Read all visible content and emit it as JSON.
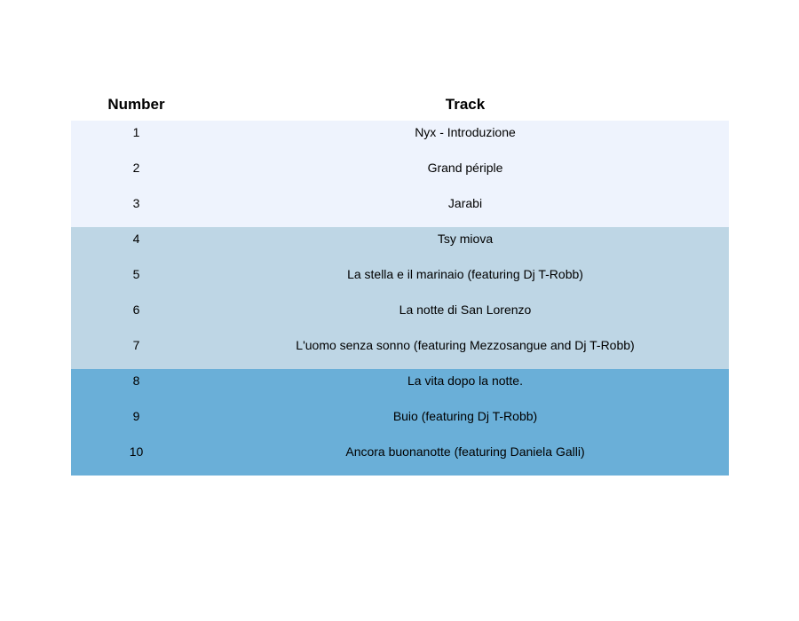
{
  "chart_data": {
    "type": "table",
    "columns": [
      "Number",
      "Track"
    ],
    "rows": [
      {
        "number": "1",
        "track": "Nyx - Introduzione",
        "group": 0
      },
      {
        "number": "2",
        "track": "Grand périple",
        "group": 0
      },
      {
        "number": "3",
        "track": "Jarabi",
        "group": 0
      },
      {
        "number": "4",
        "track": "Tsy miova",
        "group": 1
      },
      {
        "number": "5",
        "track": "La stella e il marinaio (featuring Dj T-Robb)",
        "group": 1
      },
      {
        "number": "6",
        "track": "La notte di San Lorenzo",
        "group": 1
      },
      {
        "number": "7",
        "track": "L'uomo senza sonno (featuring Mezzosangue and Dj T-Robb)",
        "group": 1
      },
      {
        "number": "8",
        "track": "La vita dopo la notte.",
        "group": 2
      },
      {
        "number": "9",
        "track": "Buio (featuring Dj T-Robb)",
        "group": 2
      },
      {
        "number": "10",
        "track": "Ancora buonanotte (featuring Daniela Galli)",
        "group": 2
      }
    ],
    "group_colors": [
      "#eef3fd",
      "#bed6e5",
      "#6aafd8"
    ]
  }
}
